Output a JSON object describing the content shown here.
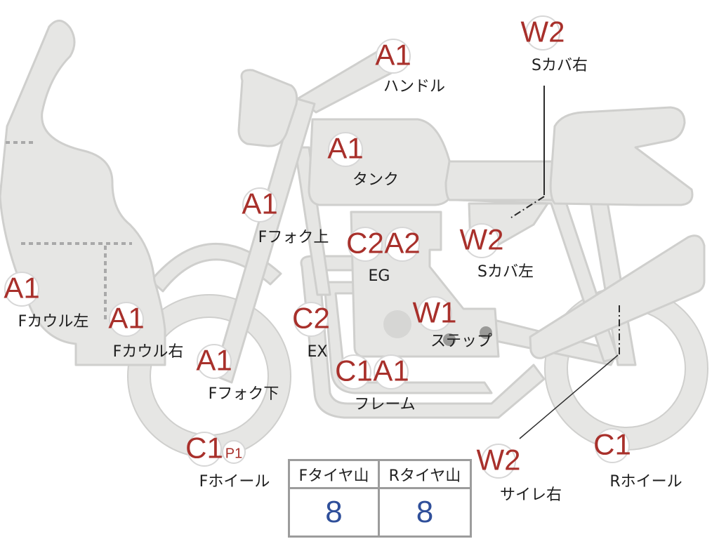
{
  "colors": {
    "body_fill": "#e6e6e4",
    "body_stroke": "#cfcfcd",
    "badge_text": "#a8302b",
    "badge_fill": "#ffffff",
    "badge_stroke": "#d7d7d7",
    "value_text": "#2f4f9a",
    "label_text": "#1e1e1e"
  },
  "badges": [
    {
      "id": "handle",
      "code": "A1"
    },
    {
      "id": "tank",
      "code": "A1"
    },
    {
      "id": "ffork-upper",
      "code": "A1"
    },
    {
      "id": "fcowl-left",
      "code": "A1"
    },
    {
      "id": "fcowl-right",
      "code": "A1"
    },
    {
      "id": "ffork-lower",
      "code": "A1"
    },
    {
      "id": "eg-c2",
      "code": "C2"
    },
    {
      "id": "eg-a2",
      "code": "A2"
    },
    {
      "id": "ex",
      "code": "C2"
    },
    {
      "id": "frame-c1",
      "code": "C1"
    },
    {
      "id": "frame-a1",
      "code": "A1"
    },
    {
      "id": "step",
      "code": "W1"
    },
    {
      "id": "scover-left",
      "code": "W2"
    },
    {
      "id": "scover-right",
      "code": "W2"
    },
    {
      "id": "muffler-right",
      "code": "W2"
    },
    {
      "id": "fwheel-c1",
      "code": "C1"
    },
    {
      "id": "fwheel-p1",
      "code": "P1"
    },
    {
      "id": "rwheel",
      "code": "C1"
    }
  ],
  "labels": [
    {
      "id": "handle",
      "text": "ハンドル"
    },
    {
      "id": "tank",
      "text": "タンク"
    },
    {
      "id": "ffork-upper",
      "text": "Fフォク上"
    },
    {
      "id": "fcowl-left",
      "text": "Fカウル左"
    },
    {
      "id": "fcowl-right",
      "text": "Fカウル右"
    },
    {
      "id": "ffork-lower",
      "text": "Fフォク下"
    },
    {
      "id": "eg",
      "text": "EG"
    },
    {
      "id": "ex",
      "text": "EX"
    },
    {
      "id": "frame",
      "text": "フレーム"
    },
    {
      "id": "step",
      "text": "ステップ"
    },
    {
      "id": "scover-left",
      "text": "Sカバ左"
    },
    {
      "id": "scover-right",
      "text": "Sカバ右"
    },
    {
      "id": "muffler-right",
      "text": "サイレ右"
    },
    {
      "id": "fwheel",
      "text": "Fホイール"
    },
    {
      "id": "rwheel",
      "text": "Rホイール"
    }
  ],
  "tire_table": {
    "front_header": "Fタイヤ山",
    "rear_header": "Rタイヤ山",
    "front_value": "8",
    "rear_value": "8"
  }
}
